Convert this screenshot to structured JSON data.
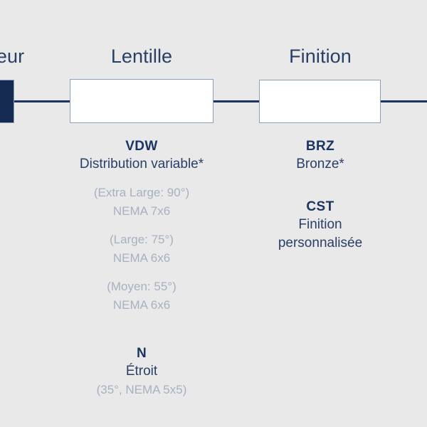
{
  "background_color": "#e9e9e9",
  "accent_navy": "#1c3461",
  "node_fill_navy": "#152b52",
  "muted_gray": "#a8b0c0",
  "diagram": {
    "columns": [
      {
        "id": "couleur",
        "header": "uleur",
        "node_style": "filled-navy",
        "options": []
      },
      {
        "id": "lentille",
        "header": "Lentille",
        "node_style": "white-box",
        "options": [
          {
            "code": "VDW",
            "name": "Distribution variable*",
            "details": [
              "(Extra Large: 90°)",
              "NEMA 7x6",
              "(Large: 75°)",
              "NEMA 6x6",
              "(Moyen: 55°)",
              "NEMA 6x6"
            ]
          },
          {
            "code": "N",
            "name": "Étroit",
            "details": [
              "(35°, NEMA 5x5)"
            ]
          }
        ]
      },
      {
        "id": "finition",
        "header": "Finition",
        "node_style": "white-box",
        "options": [
          {
            "code": "BRZ",
            "name": "Bronze*",
            "details": []
          },
          {
            "code": "CST",
            "name_line_1": "Finition",
            "name_line_2": "personnalisée",
            "details": []
          }
        ]
      }
    ]
  }
}
